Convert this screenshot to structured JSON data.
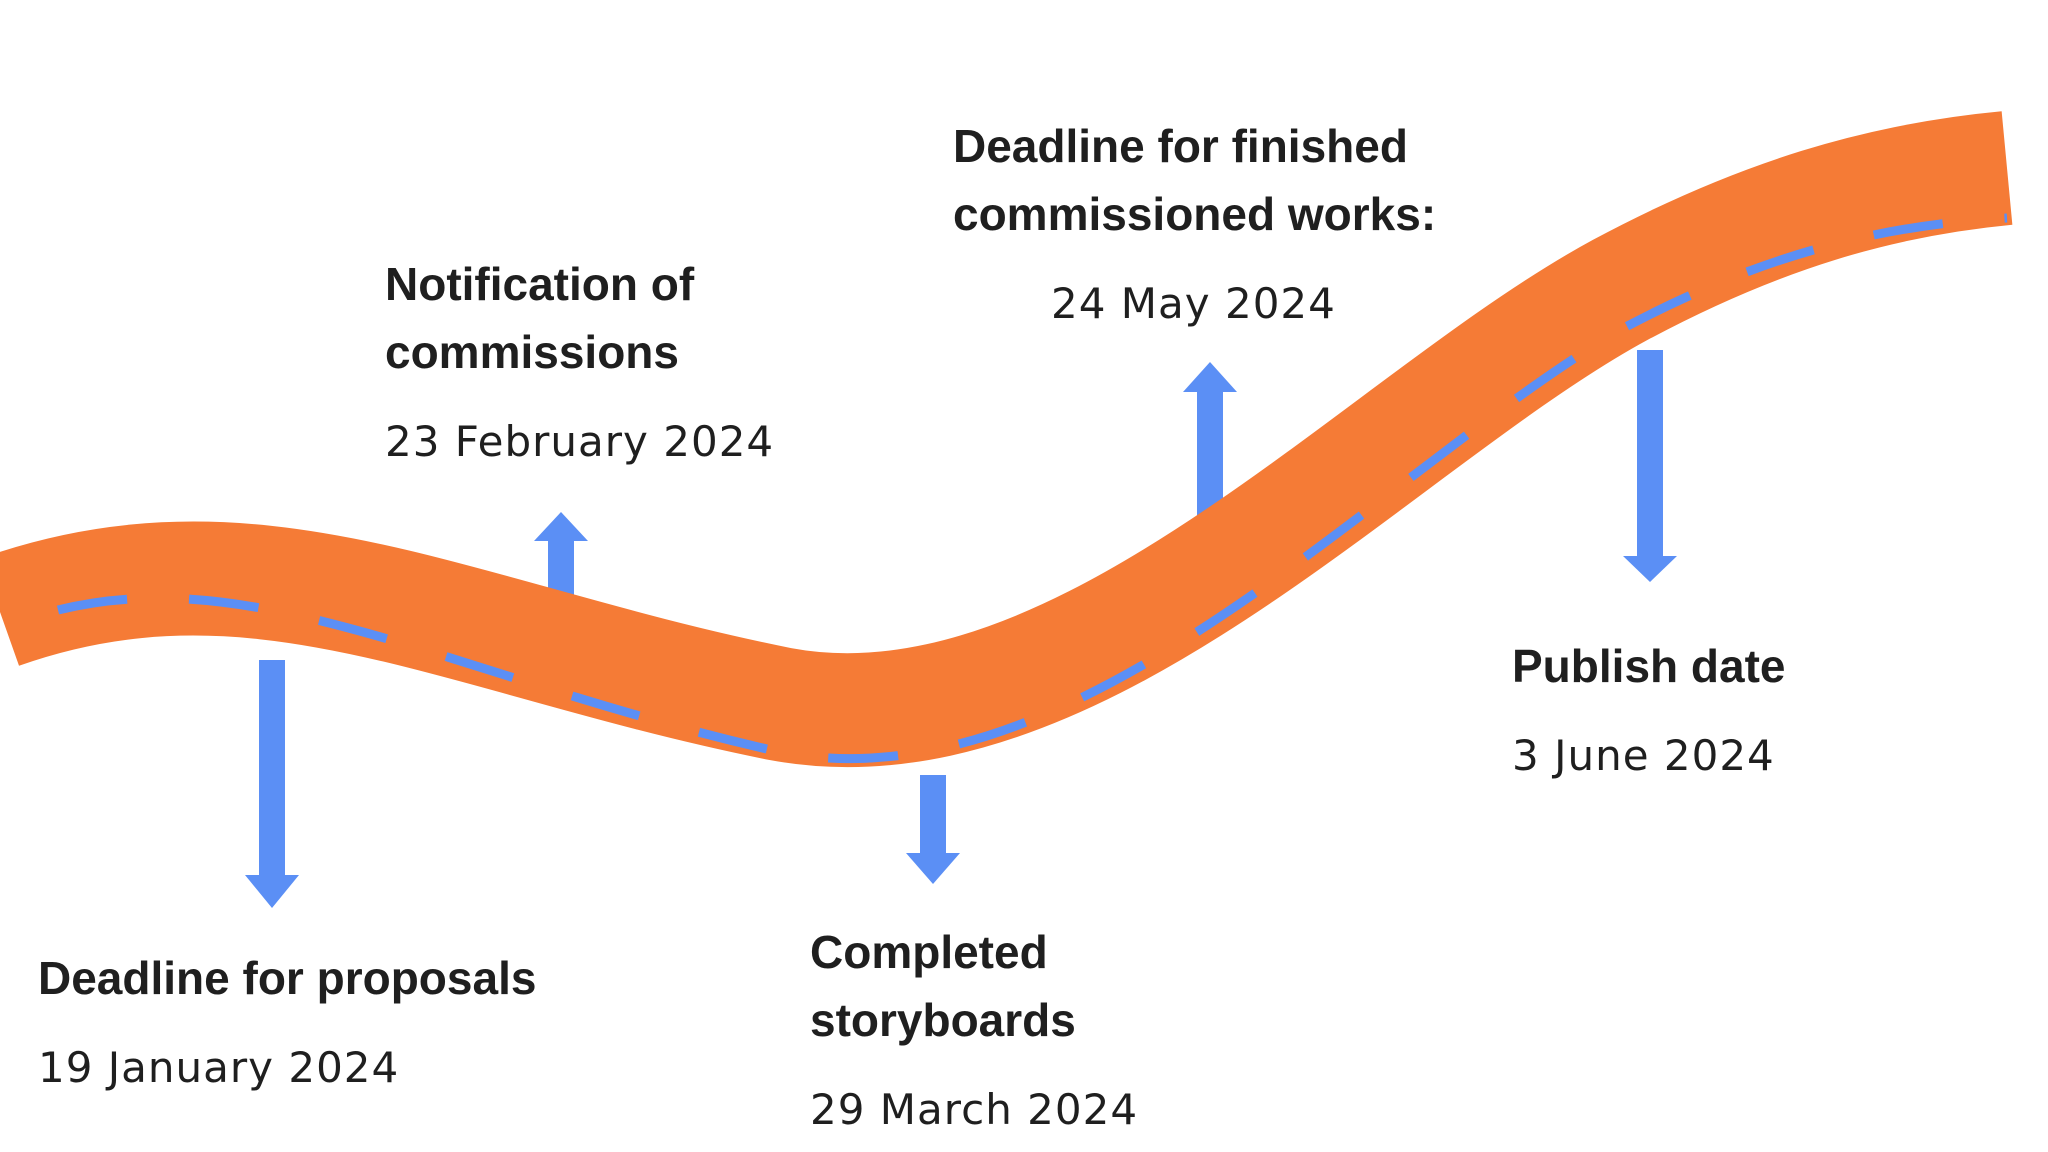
{
  "colors": {
    "road": "#F57B36",
    "dash": "#5B8FF5",
    "arrow": "#5B8FF5",
    "text": "#1F1F1F",
    "background": "#FFFFFF"
  },
  "milestones": [
    {
      "title": "Deadline for proposals",
      "date": "19 January 2024"
    },
    {
      "title": "Notification of\ncommissions",
      "date": "23 February 2024"
    },
    {
      "title": "Completed\nstoryboards",
      "date": "29 March 2024"
    },
    {
      "title": "Deadline for finished\ncommissioned works:",
      "date": "24 May 2024"
    },
    {
      "title": "Publish date",
      "date": "3 June 2024"
    }
  ]
}
